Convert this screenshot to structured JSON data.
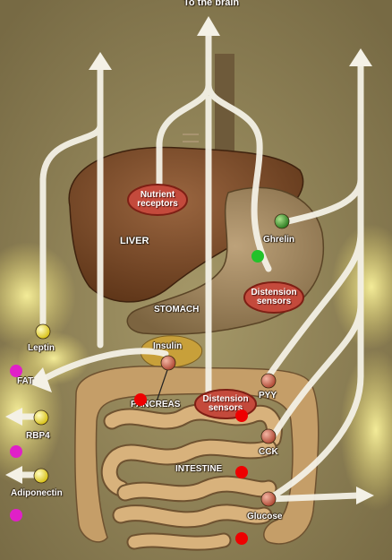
{
  "labels": {
    "to_brain": "To the brain",
    "nutrient_receptors_l1": "Nutrient",
    "nutrient_receptors_l2": "receptors",
    "liver": "LIVER",
    "ghrelin": "Ghrelin",
    "distension_stomach_l1": "Distension",
    "distension_stomach_l2": "sensors",
    "stomach": "STOMACH",
    "leptin": "Leptin",
    "insulin": "Insulin",
    "fat": "FAT",
    "pancreas": "PANCREAS",
    "distension_intestine_l1": "Distension",
    "distension_intestine_l2": "sensors",
    "pyy": "PYY",
    "rbp4": "RBP4",
    "cck": "CCK",
    "intestine": "INTESTINE",
    "adiponectin": "Adiponectin",
    "glucose": "Glucose"
  },
  "colors": {
    "background": "#8a7d55",
    "arrow": "#f4f1e6",
    "liver": "#7a4a2a",
    "stomach": "#a48a5e",
    "intestine": "#c9a46e",
    "sensor_oval": "#c44a3c",
    "marker_green": "#22c22a",
    "marker_red": "#ee0000",
    "marker_magenta": "#e020c8",
    "hormone_yellow": "#f2e23a",
    "hormone_red": "#d0705c",
    "hormone_green": "#4caa38"
  }
}
